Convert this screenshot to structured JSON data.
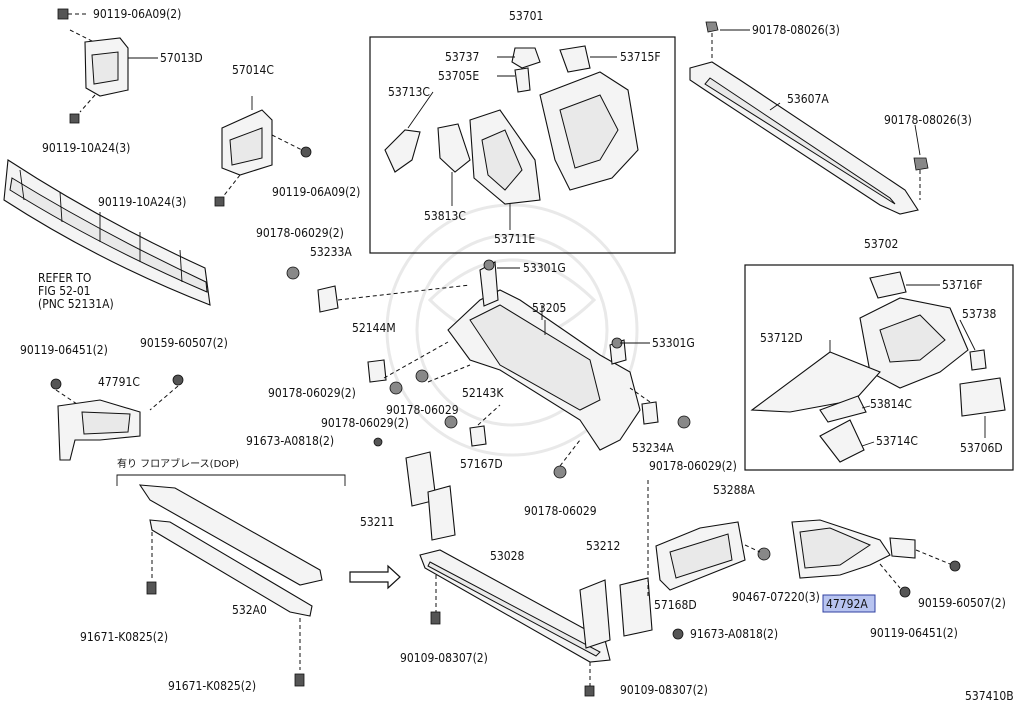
{
  "diagram": {
    "sheet_code": "537410B",
    "highlighted_part": "47792A",
    "inset_header": "有り フロアブレース(DOP)",
    "refer_note": [
      "REFER TO",
      "FIG 52-01",
      "(PNC 52131A)"
    ],
    "labels": {
      "l_90119_06A09_a": "90119-06A09(2)",
      "l_57013D": "57013D",
      "l_90119_10A24_a": "90119-10A24(3)",
      "l_57014C": "57014C",
      "l_90119_10A24_b": "90119-10A24(3)",
      "l_90119_06A09_b": "90119-06A09(2)",
      "l_53701": "53701",
      "l_53737": "53737",
      "l_53715F": "53715F",
      "l_53705E": "53705E",
      "l_53713C": "53713C",
      "l_53813C": "53813C",
      "l_53711E": "53711E",
      "l_90178_08026_a": "90178-08026(3)",
      "l_53607A": "53607A",
      "l_90178_08026_b": "90178-08026(3)",
      "l_53702": "53702",
      "l_53716F": "53716F",
      "l_53712D": "53712D",
      "l_53738": "53738",
      "l_53814C": "53814C",
      "l_53714C": "53714C",
      "l_53706D": "53706D",
      "l_90178_06029_a": "90178-06029(2)",
      "l_53233A": "53233A",
      "l_53301G_a": "53301G",
      "l_53205": "53205",
      "l_52144M": "52144M",
      "l_53301G_b": "53301G",
      "l_90119_06451_a": "90119-06451(2)",
      "l_90159_60507_a": "90159-60507(2)",
      "l_47791C": "47791C",
      "l_90178_06029_b": "90178-06029(2)",
      "l_90178_06029_c": "90178-06029",
      "l_52143K": "52143K",
      "l_90178_06029_d": "90178-06029(2)",
      "l_53234A": "53234A",
      "l_91673_A0818_a": "91673-A0818(2)",
      "l_57167D": "57167D",
      "l_90178_06029_e": "90178-06029(2)",
      "l_90178_06029_f": "90178-06029",
      "l_53288A": "53288A",
      "l_53211": "53211",
      "l_53212": "53212",
      "l_53028": "53028",
      "l_532A0": "532A0",
      "l_91671_K0825_a": "91671-K0825(2)",
      "l_91671_K0825_b": "91671-K0825(2)",
      "l_90109_08307_a": "90109-08307(2)",
      "l_90109_08307_b": "90109-08307(2)",
      "l_57168D": "57168D",
      "l_91673_A0818_b": "91673-A0818(2)",
      "l_90467_07220": "90467-07220(3)",
      "l_47792A": "47792A",
      "l_90159_60507_b": "90159-60507(2)",
      "l_90119_06451_b": "90119-06451(2)"
    }
  }
}
